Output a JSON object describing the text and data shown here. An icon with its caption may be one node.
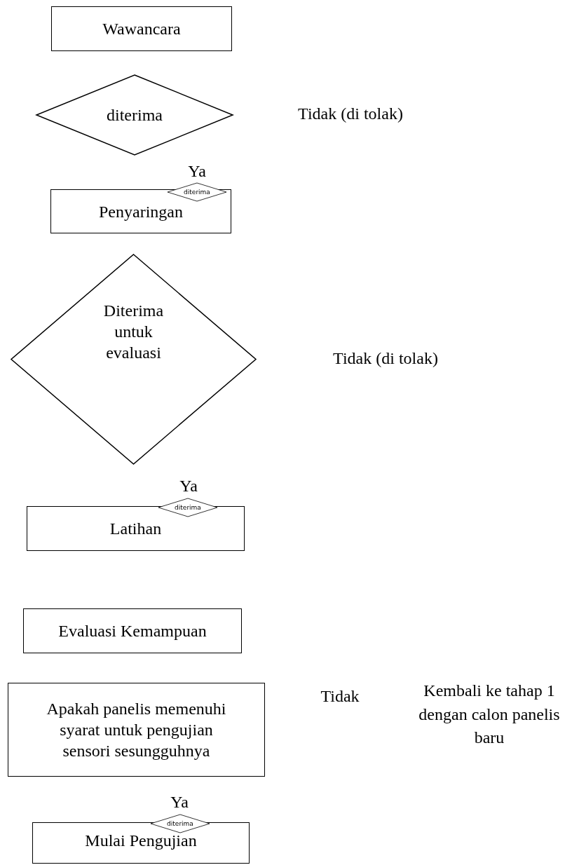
{
  "diagram": {
    "nodes": [
      {
        "text": [
          "Wawancara"
        ]
      },
      {
        "text": [
          "diterima"
        ]
      },
      {
        "text": [
          "diterima"
        ]
      },
      {
        "text": [
          "Penyaringan"
        ]
      },
      {
        "text": [
          "Diterima untuk evaluasi"
        ]
      },
      {
        "text": [
          "diterima"
        ]
      },
      {
        "text": [
          "Latihan"
        ]
      },
      {
        "text": [
          "Evaluasi Kemampuan"
        ]
      },
      {
        "text": [
          "Apakah panelis memenuhi syarat untuk pengujian sensori sesungguhnya"
        ]
      },
      {
        "text": [
          "diterima"
        ]
      },
      {
        "text": [
          "Mulai Pengujian"
        ]
      }
    ],
    "labels": [
      "Tidak (di tolak)",
      "Ya",
      "Tidak (di tolak)",
      "Ya",
      "Tidak",
      "Kembali ke tahap 1 dengan calon panelis baru",
      "Ya"
    ]
  }
}
